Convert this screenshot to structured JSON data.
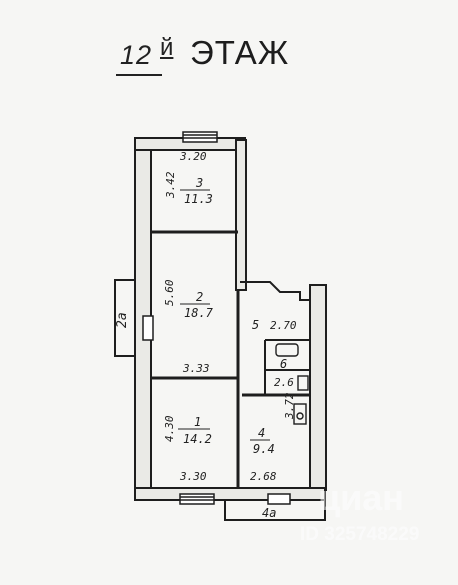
{
  "title": {
    "floor_number": "12",
    "floor_suffix": "й",
    "floor_word": "ЭТАЖ"
  },
  "rooms": [
    {
      "number": "3",
      "area": "11.3"
    },
    {
      "number": "2",
      "area": "18.7"
    },
    {
      "number": "1",
      "area": "14.2"
    },
    {
      "number": "4",
      "area": "9.4"
    },
    {
      "number": "5",
      "area": ""
    },
    {
      "number": "6",
      "area": ""
    }
  ],
  "dimensions": {
    "room3_width": "3.20",
    "room3_height": "3.42",
    "room2_height": "5.60",
    "room2_width": "3.33",
    "corridor_length": "2.70",
    "room1_height": "4.30",
    "room1_width": "3.30",
    "room4_height": "3.72",
    "room4_width": "2.68",
    "bath_area": "2.6"
  },
  "balconies": {
    "left": "2а",
    "bottom": "4а"
  },
  "watermark": {
    "brand": "циан",
    "id": "ID 325748229"
  }
}
